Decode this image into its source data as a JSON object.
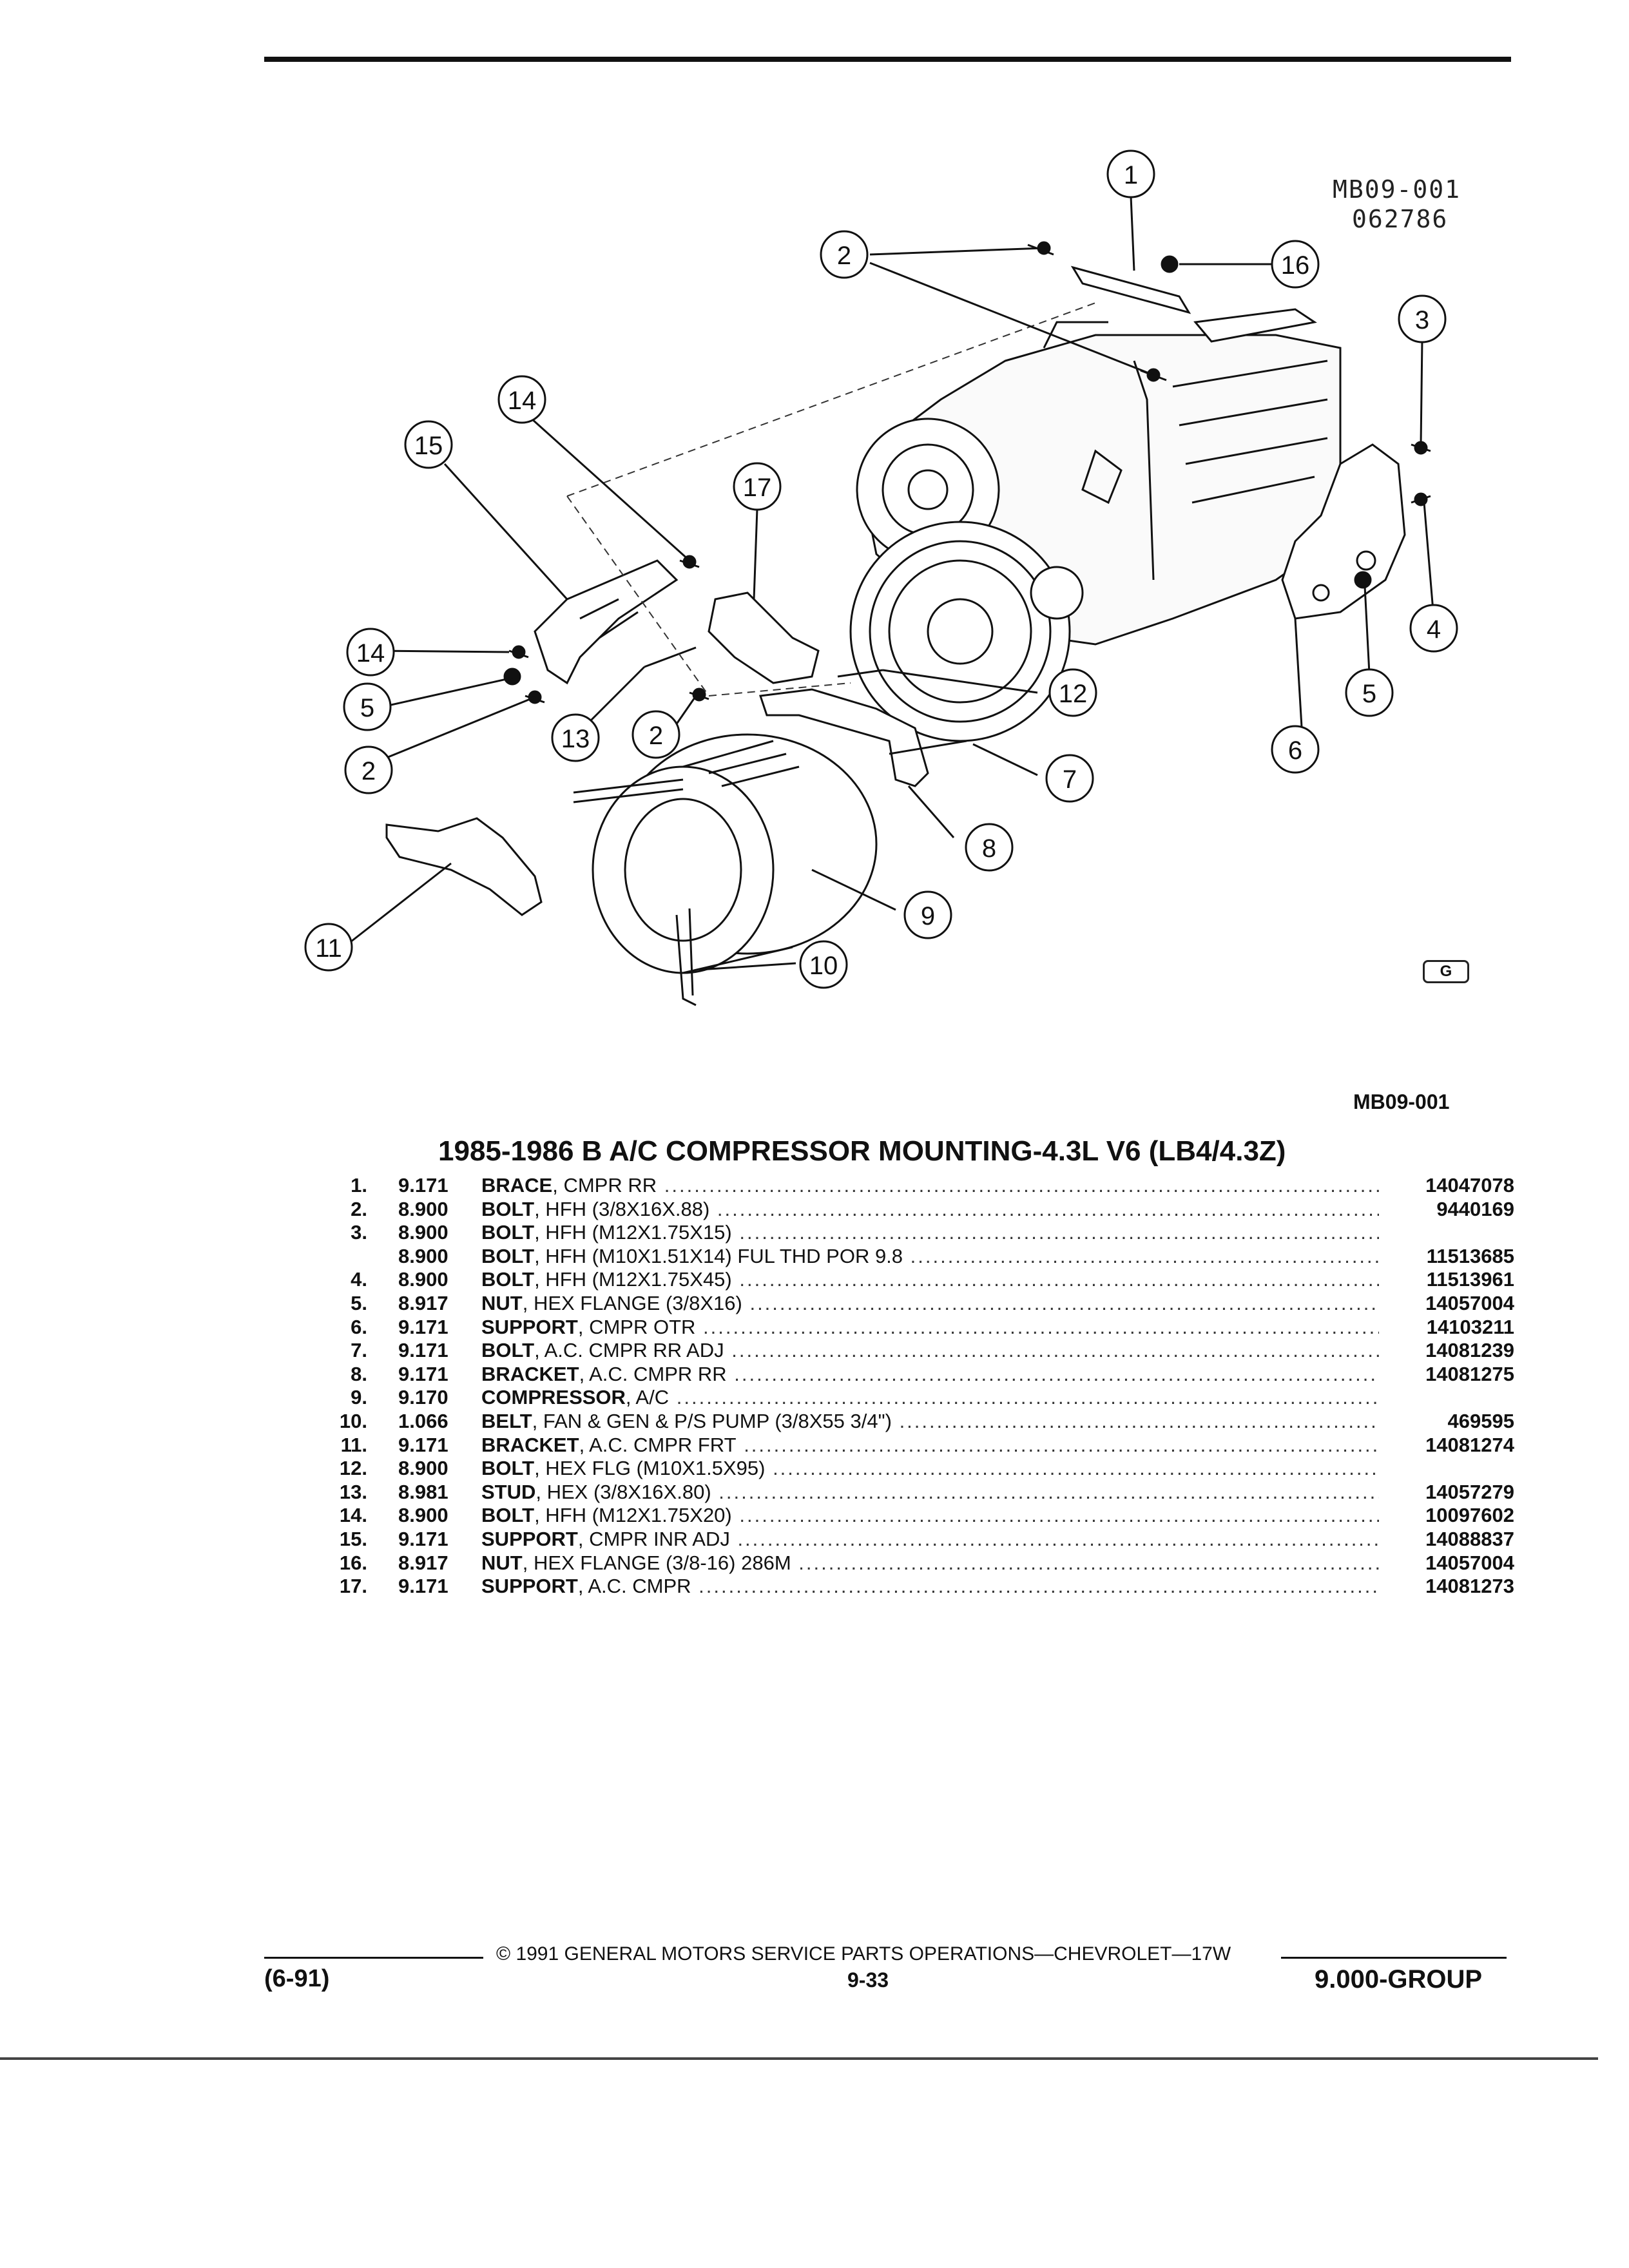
{
  "figure_id": "MB09-001",
  "figure_date": "062786",
  "figure_ref": "MB09-001",
  "logo_text": "G",
  "callouts": [
    "1",
    "2",
    "16",
    "3",
    "14",
    "15",
    "17",
    "4",
    "14",
    "5",
    "12",
    "13",
    "2",
    "2",
    "7",
    "5",
    "6",
    "8",
    "9",
    "11",
    "10"
  ],
  "title": "1985-1986 B A/C COMPRESSOR MOUNTING-4.3L V6 (LB4/4.3Z)",
  "parts": [
    {
      "num": "1.",
      "group": "9.171",
      "name": "BRACE",
      "detail": ", CMPR RR",
      "part_no": "14047078"
    },
    {
      "num": "2.",
      "group": "8.900",
      "name": "BOLT",
      "detail": ", HFH (3/8X16X.88)",
      "part_no": "9440169"
    },
    {
      "num": "3.",
      "group": "8.900",
      "name": "BOLT",
      "detail": ", HFH (M12X1.75X15)",
      "part_no": ""
    },
    {
      "num": "",
      "group": "8.900",
      "name": "BOLT",
      "detail": ", HFH (M10X1.51X14) FUL THD POR 9.8",
      "part_no": "11513685"
    },
    {
      "num": "4.",
      "group": "8.900",
      "name": "BOLT",
      "detail": ", HFH (M12X1.75X45)",
      "part_no": "11513961"
    },
    {
      "num": "5.",
      "group": "8.917",
      "name": "NUT",
      "detail": ", HEX FLANGE (3/8X16)",
      "part_no": "14057004"
    },
    {
      "num": "6.",
      "group": "9.171",
      "name": "SUPPORT",
      "detail": ", CMPR OTR",
      "part_no": "14103211"
    },
    {
      "num": "7.",
      "group": "9.171",
      "name": "BOLT",
      "detail": ", A.C. CMPR RR ADJ",
      "part_no": "14081239"
    },
    {
      "num": "8.",
      "group": "9.171",
      "name": "BRACKET",
      "detail": ", A.C. CMPR RR",
      "part_no": "14081275"
    },
    {
      "num": "9.",
      "group": "9.170",
      "name": "COMPRESSOR",
      "detail": ", A/C",
      "part_no": ""
    },
    {
      "num": "10.",
      "group": "1.066",
      "name": "BELT",
      "detail": ", FAN & GEN & P/S PUMP (3/8X55 3/4\")",
      "part_no": "469595"
    },
    {
      "num": "11.",
      "group": "9.171",
      "name": "BRACKET",
      "detail": ", A.C. CMPR FRT",
      "part_no": "14081274"
    },
    {
      "num": "12.",
      "group": "8.900",
      "name": "BOLT",
      "detail": ", HEX FLG (M10X1.5X95)",
      "part_no": ""
    },
    {
      "num": "13.",
      "group": "8.981",
      "name": "STUD",
      "detail": ", HEX (3/8X16X.80)",
      "part_no": "14057279"
    },
    {
      "num": "14.",
      "group": "8.900",
      "name": "BOLT",
      "detail": ", HFH (M12X1.75X20)",
      "part_no": "10097602"
    },
    {
      "num": "15.",
      "group": "9.171",
      "name": "SUPPORT",
      "detail": ", CMPR INR ADJ",
      "part_no": "14088837"
    },
    {
      "num": "16.",
      "group": "8.917",
      "name": "NUT",
      "detail": ", HEX FLANGE (3/8-16) 286M",
      "part_no": "14057004"
    },
    {
      "num": "17.",
      "group": "9.171",
      "name": "SUPPORT",
      "detail": ", A.C. CMPR",
      "part_no": "14081273"
    }
  ],
  "footer": {
    "copyright": "© 1991 GENERAL MOTORS SERVICE PARTS OPERATIONS—CHEVROLET—17W",
    "revision": "(6-91)",
    "page": "9-33",
    "group": "9.000-GROUP"
  }
}
